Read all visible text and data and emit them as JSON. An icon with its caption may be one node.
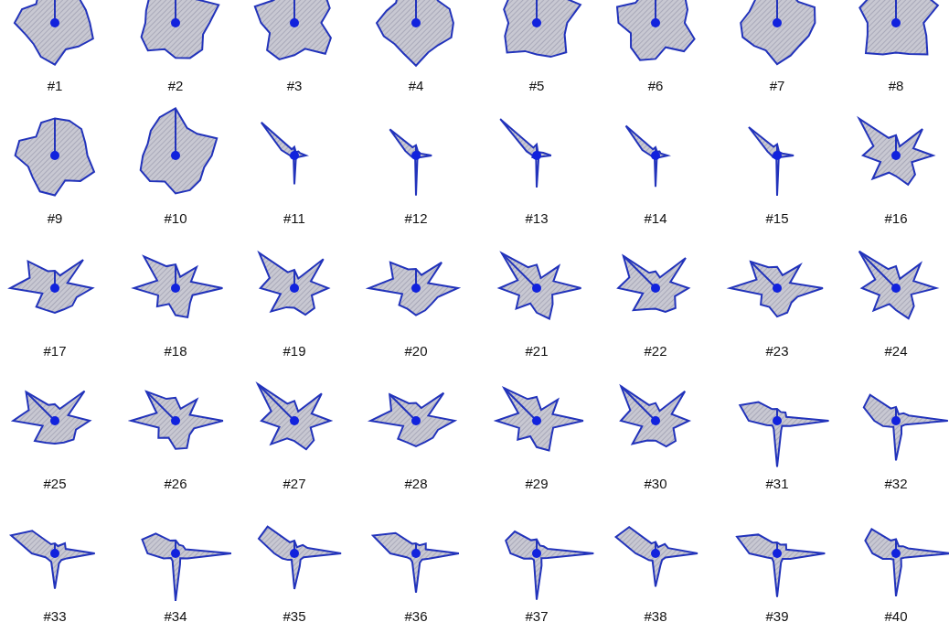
{
  "diagram": {
    "labels": [
      "#1",
      "#2",
      "#3",
      "#4",
      "#5",
      "#6",
      "#7",
      "#8",
      "#9",
      "#10",
      "#11",
      "#12",
      "#13",
      "#14",
      "#15",
      "#16",
      "#17",
      "#18",
      "#19",
      "#20",
      "#21",
      "#22",
      "#23",
      "#24",
      "#25",
      "#26",
      "#27",
      "#28",
      "#29",
      "#30",
      "#31",
      "#32",
      "#33",
      "#34",
      "#35",
      "#36",
      "#37",
      "#38",
      "#39",
      "#40"
    ]
  }
}
